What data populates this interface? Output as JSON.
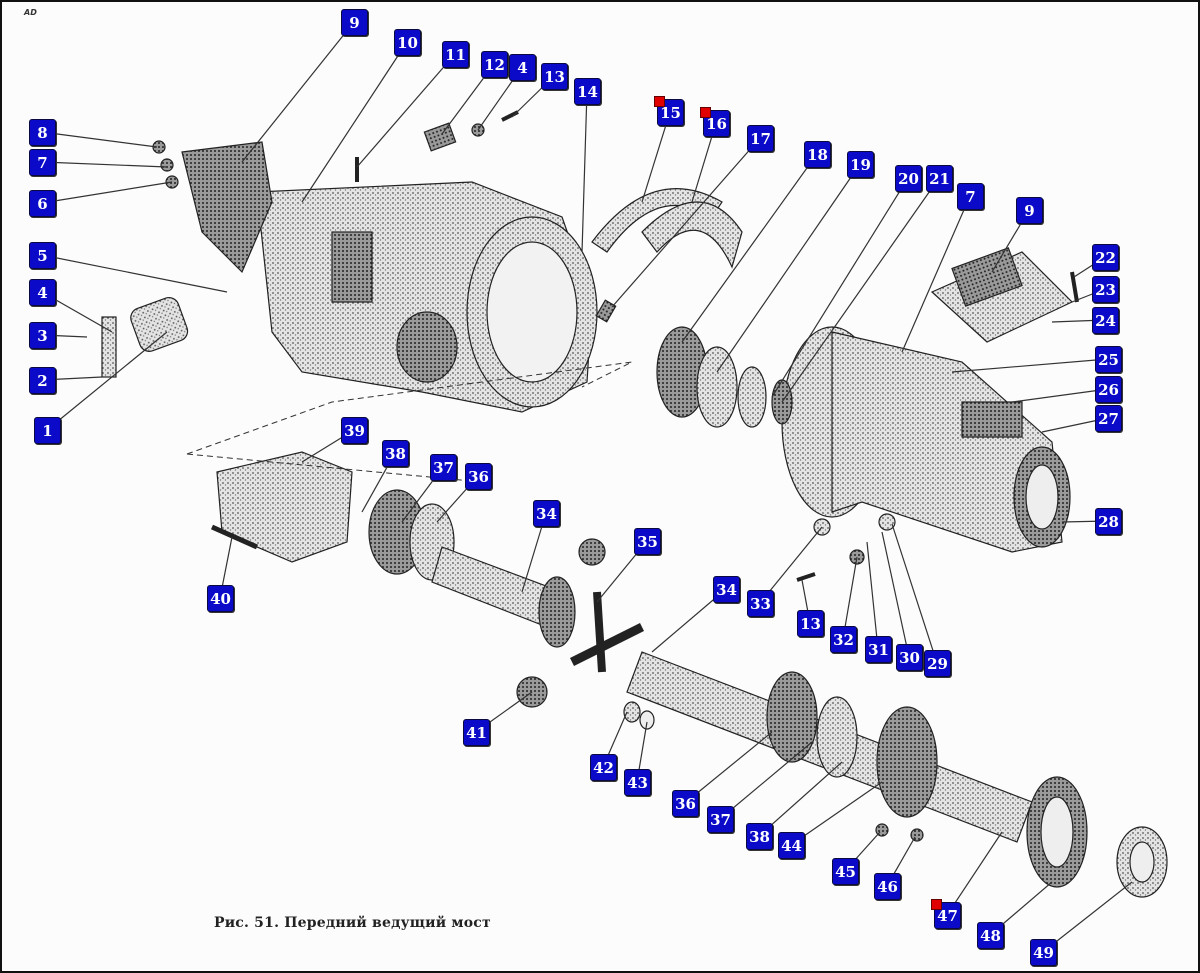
{
  "corner_text": "AD",
  "caption": "Рис. 51. Передний ведущий мост",
  "label_color": "#0a0ac8",
  "marker_color": "#e00000",
  "labels": [
    {
      "n": "9"
    },
    {
      "n": "10"
    },
    {
      "n": "11"
    },
    {
      "n": "12"
    },
    {
      "n": "4"
    },
    {
      "n": "13"
    },
    {
      "n": "14"
    },
    {
      "n": "15",
      "marked": true
    },
    {
      "n": "16",
      "marked": true
    },
    {
      "n": "17"
    },
    {
      "n": "18"
    },
    {
      "n": "19"
    },
    {
      "n": "20"
    },
    {
      "n": "21"
    },
    {
      "n": "7"
    },
    {
      "n": "9"
    },
    {
      "n": "22"
    },
    {
      "n": "23"
    },
    {
      "n": "24"
    },
    {
      "n": "25"
    },
    {
      "n": "26"
    },
    {
      "n": "27"
    },
    {
      "n": "28"
    },
    {
      "n": "8"
    },
    {
      "n": "7"
    },
    {
      "n": "6"
    },
    {
      "n": "5"
    },
    {
      "n": "4"
    },
    {
      "n": "3"
    },
    {
      "n": "2"
    },
    {
      "n": "1"
    },
    {
      "n": "39"
    },
    {
      "n": "38"
    },
    {
      "n": "37"
    },
    {
      "n": "36"
    },
    {
      "n": "34"
    },
    {
      "n": "35"
    },
    {
      "n": "40"
    },
    {
      "n": "34"
    },
    {
      "n": "33"
    },
    {
      "n": "13"
    },
    {
      "n": "32"
    },
    {
      "n": "31"
    },
    {
      "n": "30"
    },
    {
      "n": "29"
    },
    {
      "n": "41"
    },
    {
      "n": "42"
    },
    {
      "n": "43"
    },
    {
      "n": "36"
    },
    {
      "n": "37"
    },
    {
      "n": "38"
    },
    {
      "n": "44"
    },
    {
      "n": "45"
    },
    {
      "n": "46"
    },
    {
      "n": "47",
      "marked": true
    },
    {
      "n": "48"
    },
    {
      "n": "49"
    }
  ]
}
